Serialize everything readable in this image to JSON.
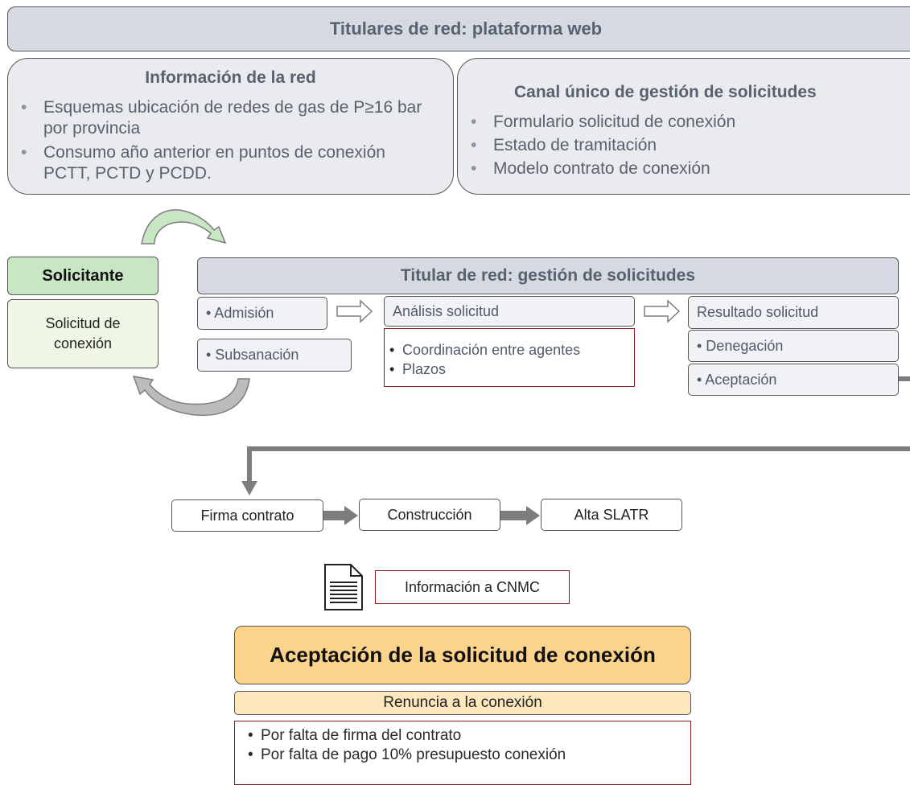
{
  "header": {
    "title": "Titulares de red: plataforma web"
  },
  "info_red": {
    "title": "Información de la red",
    "items": [
      "Esquemas ubicación de redes de gas de P≥16 bar por provincia",
      "Consumo año anterior en puntos de conexión PCTT, PCTD y PCDD."
    ]
  },
  "canal": {
    "title": "Canal único de gestión de solicitudes",
    "items": [
      "Formulario solicitud de conexión",
      "Estado de tramitación",
      "Modelo contrato de conexión"
    ]
  },
  "solicitante": {
    "title": "Solicitante",
    "body": "Solicitud de conexión"
  },
  "gestion": {
    "title": "Titular de red: gestión de solicitudes",
    "admision": "• Admisión",
    "subsanacion": "• Subsanación",
    "analisis": "Análisis solicitud",
    "analisis_items": [
      "Coordinación entre agentes",
      "Plazos"
    ],
    "resultado": "Resultado solicitud",
    "denegacion": "• Denegación",
    "aceptacion": "• Aceptación"
  },
  "flow": {
    "firma": "Firma contrato",
    "construccion": "Construcción",
    "alta": "Alta SLATR"
  },
  "cnmc": {
    "label": "Información a CNMC",
    "icon": "document-icon"
  },
  "acceptance": {
    "title": "Aceptación de la solicitud de conexión",
    "renuncia": "Renuncia a la conexión",
    "items": [
      "Por falta de firma del contrato",
      "Por falta de pago 10% presupuesto conexión"
    ]
  },
  "colors": {
    "panel_fill": "#e9ebef",
    "bar_fill": "#d5d9e2",
    "solicitante_header": "#c9e6c4",
    "solicitante_body": "#eef7e6",
    "accept_orange": "#fcd38a",
    "renuncia_fill": "#fde7bd",
    "red_border": "#8b1a1a",
    "arrow_gray": "#7d7d7d"
  }
}
